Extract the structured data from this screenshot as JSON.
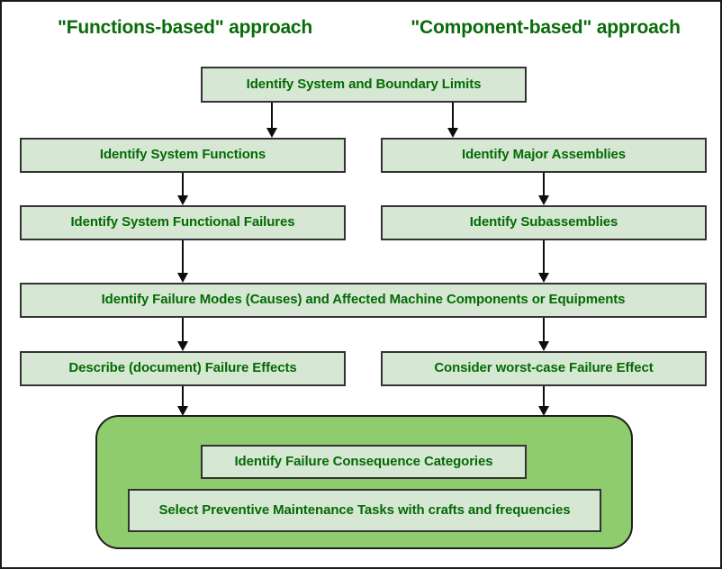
{
  "diagram": {
    "headers": [
      {
        "id": "functions-based",
        "label": "\"Functions-based\" approach"
      },
      {
        "id": "component-based",
        "label": "\"Component-based\" approach"
      }
    ],
    "nodes": [
      {
        "id": "identify-system-and-boundary-limits",
        "label": "Identify System and Boundary Limits"
      },
      {
        "id": "identify-system-functions",
        "label": "Identify System Functions"
      },
      {
        "id": "identify-major-assemblies",
        "label": "Identify Major Assemblies"
      },
      {
        "id": "identify-system-functional-failures",
        "label": "Identify System Functional Failures"
      },
      {
        "id": "identify-subassemblies",
        "label": "Identify Subassemblies"
      },
      {
        "id": "identify-failure-modes",
        "label": "Identify Failure Modes (Causes) and Affected Machine Components or Equipments"
      },
      {
        "id": "describe-failure-effects",
        "label": "Describe (document) Failure Effects"
      },
      {
        "id": "consider-worst-case-failure-effect",
        "label": "Consider worst-case Failure Effect"
      },
      {
        "id": "identify-failure-consequence-categories",
        "label": "Identify Failure Consequence Categories"
      },
      {
        "id": "select-preventive-maintenance-tasks",
        "label": "Select Preventive Maintenance Tasks with crafts and frequencies"
      }
    ],
    "colors": {
      "node_fill": "#d6e8d3",
      "node_border": "#333333",
      "node_text": "#046a04",
      "header_text": "#0a6b0a",
      "group_fill": "#8fcc6d",
      "group_border": "#1e1e1e",
      "arrow": "#0d0d0d",
      "frame_border": "#1b1b1b",
      "background": "#ffffff"
    }
  }
}
